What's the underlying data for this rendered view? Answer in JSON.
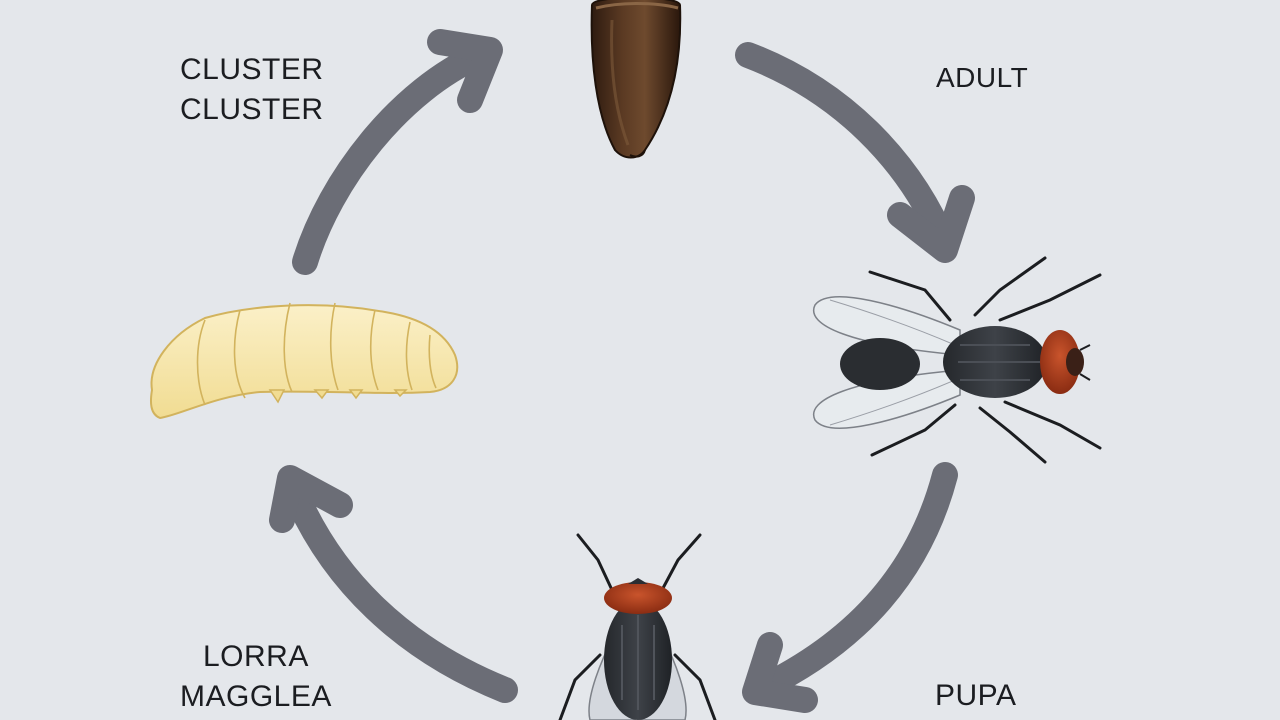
{
  "labels": {
    "top_left": [
      "CLUSTER",
      "CLUSTER"
    ],
    "top_right": "ADULT",
    "bottom_left": [
      "LORRA",
      "MAGGLEA"
    ],
    "bottom_right": "PUPA"
  },
  "colors": {
    "background": "#e4e7eb",
    "arrow": "#6b6d76",
    "pupa": "#4a2d1a",
    "larva": "#f5e4a6",
    "fly_body": "#2f3237",
    "fly_eye": "#b0401f"
  },
  "icons": [
    "pupa-icon",
    "adult-fly-icon",
    "larva-icon",
    "fly-top-icon",
    "cycle-arrow-icon"
  ]
}
